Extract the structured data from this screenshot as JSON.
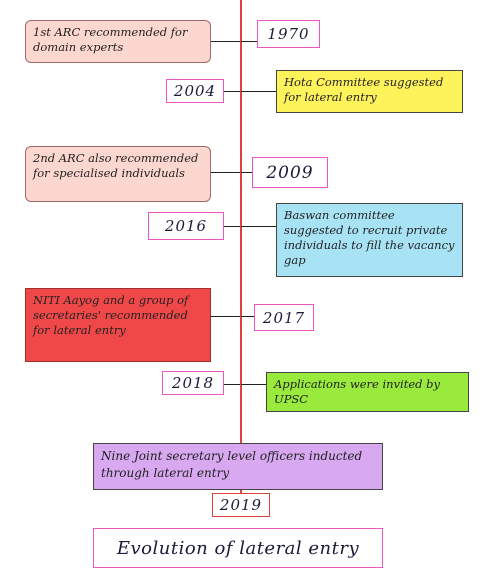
{
  "events": [
    {
      "text": "1st ARC recommended for domain experts",
      "color": "#fcd7cf"
    },
    {
      "text": "Hota Committee suggested for lateral entry",
      "color": "#fff35c"
    },
    {
      "text": "2nd ARC also recommended for specialised individuals",
      "color": "#fcd7cf"
    },
    {
      "text": "Baswan committee suggested to recruit private individuals to fill the vacancy gap",
      "color": "#a8e3f5"
    },
    {
      "text": "NITI Aayog and a group of secretaries' recommended for lateral entry",
      "color": "#f04848"
    },
    {
      "text": "Applications were invited by UPSC",
      "color": "#99ea3c"
    },
    {
      "text": "Nine Joint secretary level officers inducted through lateral entry",
      "color": "#d8a9f0"
    }
  ],
  "years": [
    "1970",
    "2004",
    "2009",
    "2016",
    "2017",
    "2018",
    "2019"
  ],
  "title": "Evolution of lateral entry",
  "colors": {
    "timeline": "#e04040",
    "year_border": "#ee55c5"
  }
}
